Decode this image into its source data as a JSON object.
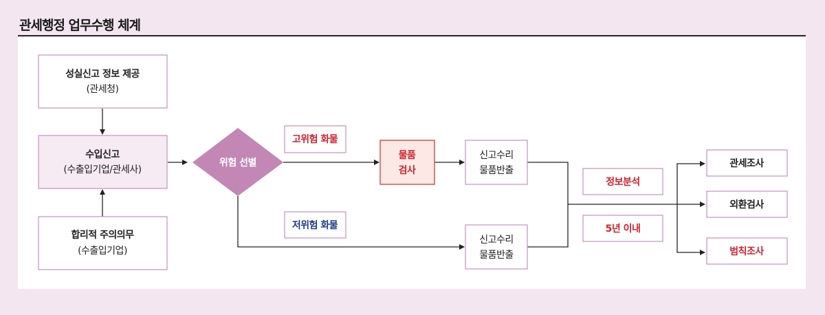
{
  "title": "관세행정 업무수행 체계",
  "colors": {
    "box_border": "#c79ac0",
    "diamond": "#c287b4",
    "inspect_fill": "#fbe9e5",
    "inspect_border": "#d9544f",
    "red": "#d0232f",
    "blue": "#1f3a8a"
  },
  "nodes": {
    "info": {
      "line1": "성실신고 정보 제공",
      "line2": "(관세청)"
    },
    "declare": {
      "line1": "수입신고",
      "line2": "(수출입기업/관세사)"
    },
    "duty": {
      "line1": "합리적 주의의무",
      "line2": "(수출입기업)"
    },
    "risk": {
      "label": "위험 선별"
    },
    "high": {
      "label": "고위험 화물"
    },
    "low": {
      "label": "저위험 화물"
    },
    "inspect": {
      "line1": "물품",
      "line2": "검사"
    },
    "release1": {
      "line1": "신고수리",
      "line2": "물품반출"
    },
    "release2": {
      "line1": "신고수리",
      "line2": "물품반출"
    },
    "analysis": {
      "label": "정보분석"
    },
    "period": {
      "label": "5년 이내"
    },
    "audit": {
      "label": "관세조사"
    },
    "fx": {
      "label": "외환검사"
    },
    "crime": {
      "label": "범칙조사"
    }
  }
}
